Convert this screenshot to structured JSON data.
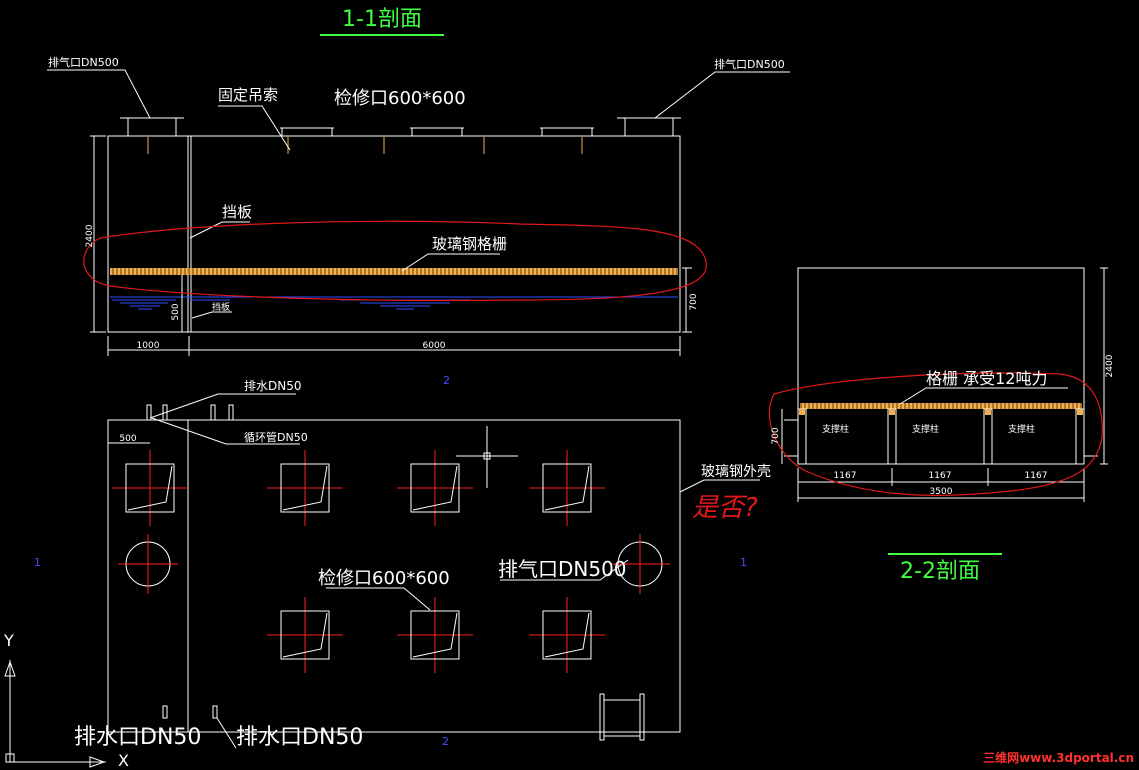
{
  "colors": {
    "background": "#000000",
    "line": "#ffffff",
    "center_line": "#ff2020",
    "redline": "#e01818",
    "grating": "#f0b050",
    "water": "#3050ff",
    "title": "#40ff40",
    "hatch": "#4b4bff",
    "watermark": "#ff3030"
  },
  "section_1_1": {
    "title": "1-1剖面",
    "vent_left": "排气口DN500",
    "vent_right": "排气口DN500",
    "hanger": "固定吊索",
    "manhole": "检修口600*600",
    "baffle": "挡板",
    "grating": "玻璃钢格栅",
    "baffle_small": "挡板",
    "dims": {
      "height": "2400",
      "water": "500",
      "grating_height": "700",
      "left_len": "1000",
      "main_len": "6000"
    }
  },
  "section_2_2": {
    "title": "2-2剖面",
    "grating_note": "格栅  承受12吨力",
    "support": "支撑柱",
    "dims": {
      "height": "2400",
      "grating_height": "700",
      "bay1": "1167",
      "bay2": "1167",
      "bay3": "1167",
      "total": "3500"
    }
  },
  "plan": {
    "drain_top": "排水DN50",
    "circ_top": "循环管DN50",
    "dim_500": "500",
    "shell": "玻璃钢外壳",
    "handwriting": "是否?",
    "manhole": "检修口600*600",
    "vent": "排气口DN500",
    "drain_bottom_left": "排水口DN50",
    "drain_bottom_right": "排水口DN50"
  },
  "markers": {
    "m1": "2",
    "m2": "1",
    "m3": "1",
    "m4": "2"
  },
  "ucs": {
    "y": "Y",
    "x": "X"
  },
  "watermark": "三维网www.3dportal.cn"
}
